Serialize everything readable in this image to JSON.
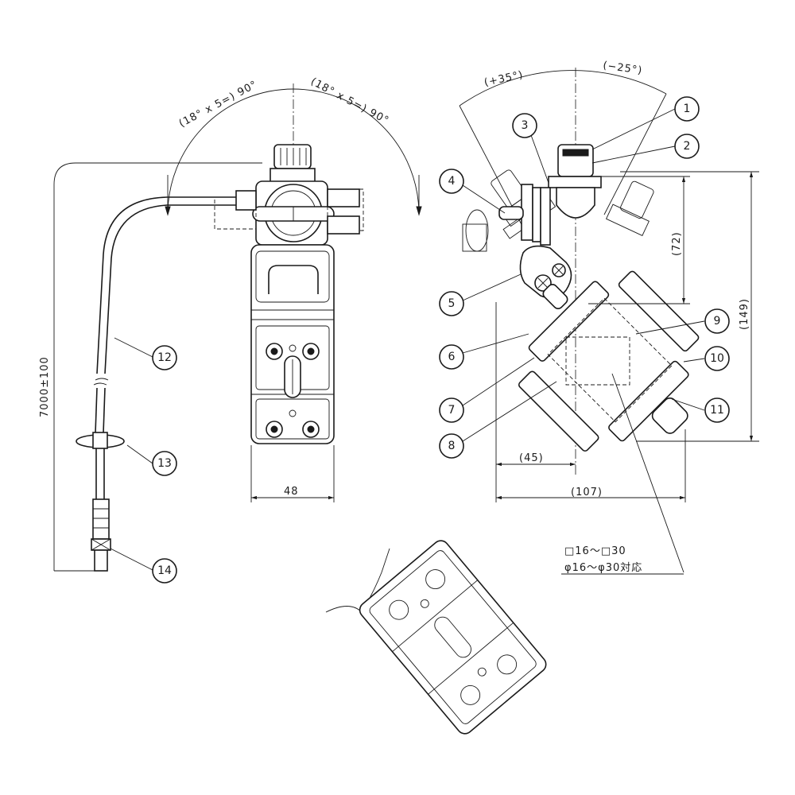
{
  "drawing": {
    "front_view": {
      "angle_left": "(18° x 5=) 90°",
      "angle_right": "(18° x 5=) 90°",
      "width_dim": "48",
      "cable_length_dim": "7000±100"
    },
    "side_view": {
      "angle_left": "(+35°)",
      "angle_right": "(−25°)",
      "height_dim_upper": "(72)",
      "height_dim_total": "(149)",
      "width_dim_inner": "(45)",
      "width_dim_total": "(107)"
    },
    "note": {
      "line1": "□16～□30",
      "line2": "φ16～φ30対応"
    },
    "balloons": [
      "1",
      "2",
      "3",
      "4",
      "5",
      "6",
      "7",
      "8",
      "9",
      "10",
      "11",
      "12",
      "13",
      "14"
    ]
  }
}
